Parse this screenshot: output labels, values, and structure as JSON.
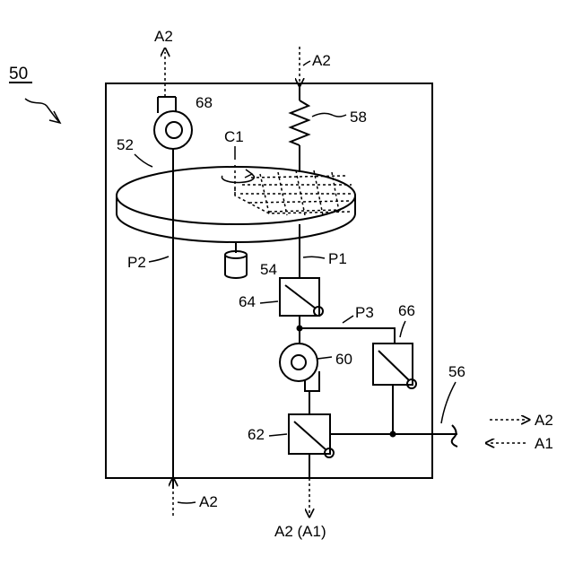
{
  "labels": {
    "device": "50",
    "outlet_top": "A2",
    "inlet_top": "A2",
    "bottom_inlet": "A2",
    "bottom_outlet": "A2 (A1)",
    "right_out": "A2",
    "right_in": "A1",
    "fan": "68",
    "filter": "58",
    "axis": "C1",
    "table": "52",
    "motor": "54",
    "path_p2": "P2",
    "path_p1": "P1",
    "path_p3": "P3",
    "valve_64": "64",
    "valve_66": "66",
    "pump": "60",
    "valve_62": "62",
    "pipe": "56"
  }
}
